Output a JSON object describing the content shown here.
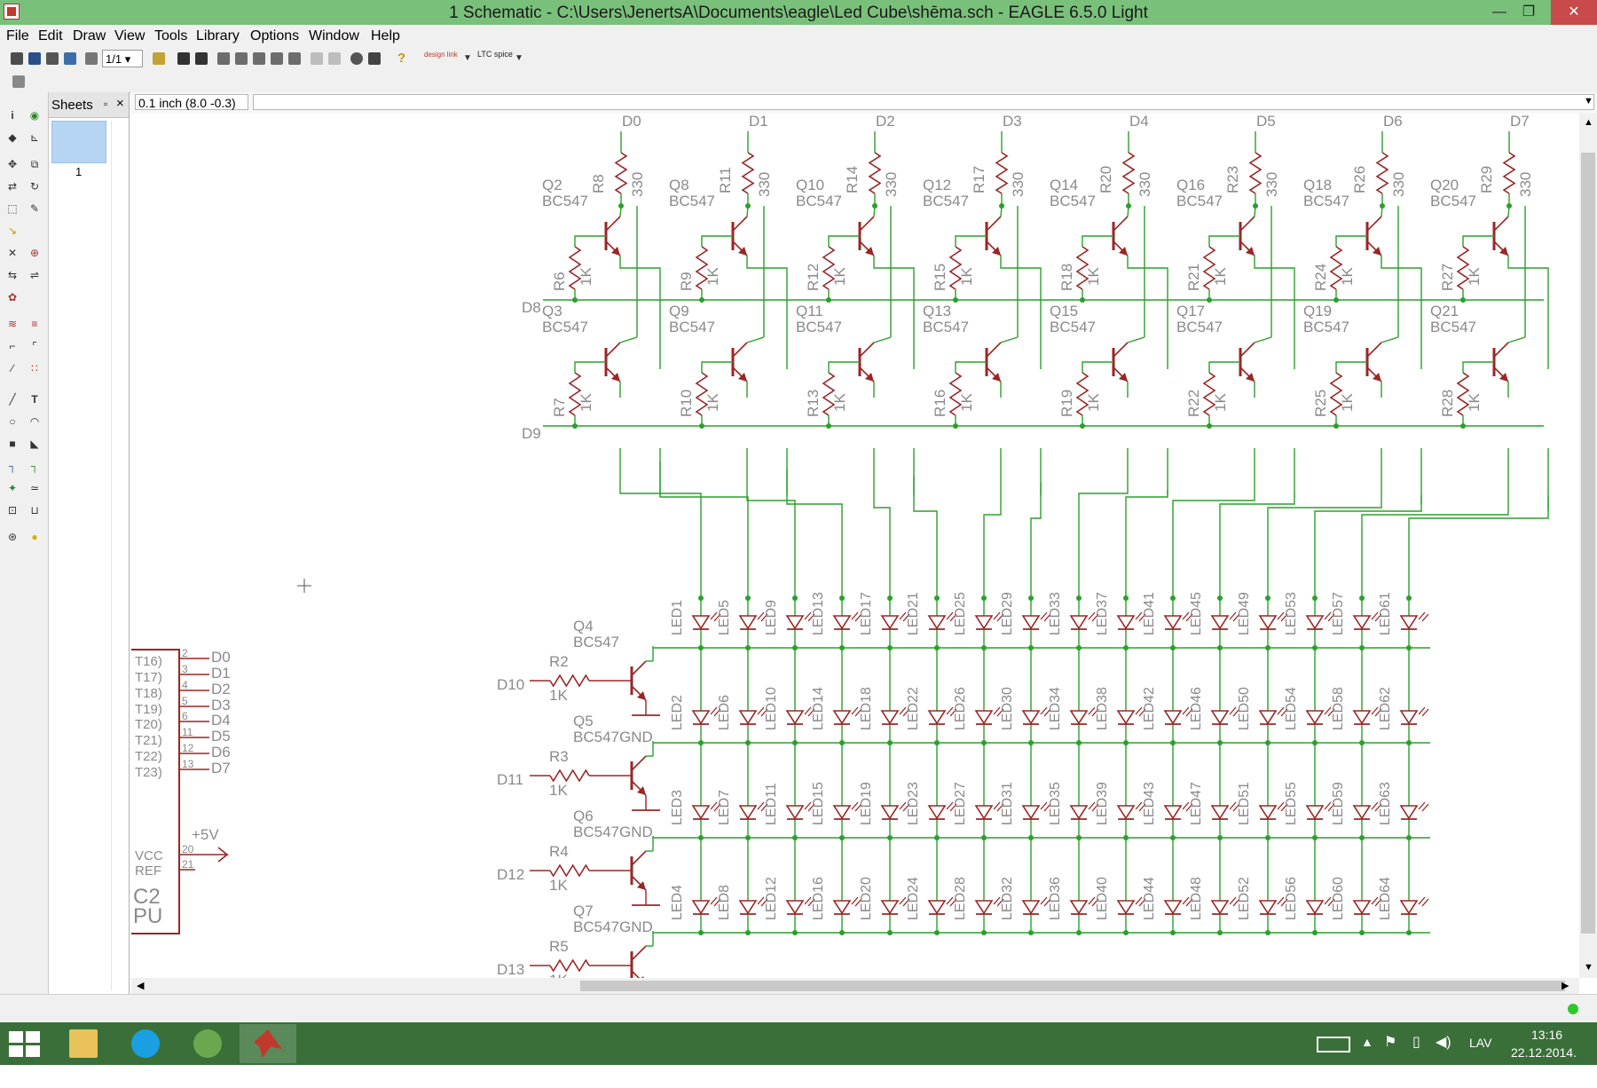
{
  "window": {
    "title": "1 Schematic - C:\\Users\\JenertsA\\Documents\\eagle\\Led Cube\\shēma.sch - EAGLE 6.5.0 Light",
    "minimize": "—",
    "restore": "❐",
    "close": "✕"
  },
  "menu": [
    "File",
    "Edit",
    "Draw",
    "View",
    "Tools",
    "Library",
    "Options",
    "Window",
    "Help"
  ],
  "toolbar": {
    "zoom_value": "1/1",
    "help_glyph": "?",
    "designlink_label": "design link",
    "ltc_label": "LTC spice"
  },
  "sheets": {
    "title": "Sheets",
    "dock_glyph": "▫",
    "close_glyph": "×",
    "items": [
      {
        "number": "1"
      }
    ]
  },
  "coordinates": "0.1 inch (8.0 -0.3)",
  "command_input": "",
  "schematic": {
    "top_labels": [
      "D0",
      "D1",
      "D2",
      "D3",
      "D4",
      "D5",
      "D6",
      "D7"
    ],
    "top_res": [
      "R8",
      "R11",
      "R14",
      "R17",
      "R20",
      "R23",
      "R26",
      "R29"
    ],
    "res_value_330": "330",
    "upper_q": [
      "Q2",
      "Q8",
      "Q10",
      "Q12",
      "Q14",
      "Q16",
      "Q18",
      "Q20"
    ],
    "lower_q": [
      "Q3",
      "Q9",
      "Q11",
      "Q13",
      "Q15",
      "Q17",
      "Q19",
      "Q21"
    ],
    "transistor_type": "BC547",
    "mid_res_upper": [
      "R6",
      "R9",
      "R12",
      "R15",
      "R18",
      "R21",
      "R24",
      "R27"
    ],
    "mid_res_lower": [
      "R7",
      "R10",
      "R13",
      "R16",
      "R19",
      "R22",
      "R25",
      "R28"
    ],
    "res_value_1k": "1K",
    "row_nets": [
      "D8",
      "D9"
    ],
    "layer_drivers": [
      {
        "q": "Q4",
        "r": "R2",
        "net": "D10",
        "gnd": ""
      },
      {
        "q": "Q5",
        "r": "R3",
        "net": "D11",
        "gnd": "GND"
      },
      {
        "q": "Q6",
        "r": "R4",
        "net": "D12",
        "gnd": "GND"
      },
      {
        "q": "Q7",
        "r": "R5",
        "net": "D13",
        "gnd": "GND"
      }
    ],
    "leds": [
      [
        "LED1",
        "LED5",
        "LED9",
        "LED13",
        "LED17",
        "LED21",
        "LED25",
        "LED29",
        "LED33",
        "LED37",
        "LED41",
        "LED45",
        "LED49",
        "LED53",
        "LED57",
        "LED61"
      ],
      [
        "LED2",
        "LED6",
        "LED10",
        "LED14",
        "LED18",
        "LED22",
        "LED26",
        "LED30",
        "LED34",
        "LED38",
        "LED42",
        "LED46",
        "LED50",
        "LED54",
        "LED58",
        "LED62"
      ],
      [
        "LED3",
        "LED7",
        "LED11",
        "LED15",
        "LED19",
        "LED23",
        "LED27",
        "LED31",
        "LED35",
        "LED39",
        "LED43",
        "LED47",
        "LED51",
        "LED55",
        "LED59",
        "LED63"
      ],
      [
        "LED4",
        "LED8",
        "LED12",
        "LED16",
        "LED20",
        "LED24",
        "LED28",
        "LED32",
        "LED36",
        "LED40",
        "LED44",
        "LED48",
        "LED52",
        "LED56",
        "LED60",
        "LED64"
      ]
    ],
    "mcu_pins": [
      {
        "port": "T16)",
        "pin": "2",
        "net": "D0"
      },
      {
        "port": "T17)",
        "pin": "3",
        "net": "D1"
      },
      {
        "port": "T18)",
        "pin": "4",
        "net": "D2"
      },
      {
        "port": "T19)",
        "pin": "5",
        "net": "D3"
      },
      {
        "port": "T20)",
        "pin": "6",
        "net": "D4"
      },
      {
        "port": "T21)",
        "pin": "11",
        "net": "D5"
      },
      {
        "port": "T22)",
        "pin": "12",
        "net": "D6"
      },
      {
        "port": "T23)",
        "pin": "13",
        "net": "D7"
      }
    ],
    "mcu_vcc": "VCC",
    "mcu_ref": "REF",
    "mcu_pin_vcc": "20",
    "mcu_pin_ref": "21",
    "mcu_supply": "+5V",
    "mcu_name": "C2",
    "mcu_value": "PU",
    "colors": {
      "net": "#2aa02a",
      "part": "#9a2626",
      "text": "#8a8a8a"
    }
  },
  "taskbar": {
    "apps": [
      "file-explorer-icon",
      "skype-icon",
      "utorrent-icon",
      "eagle-icon"
    ],
    "language": "LAV",
    "time": "13:16",
    "date": "22.12.2014."
  }
}
